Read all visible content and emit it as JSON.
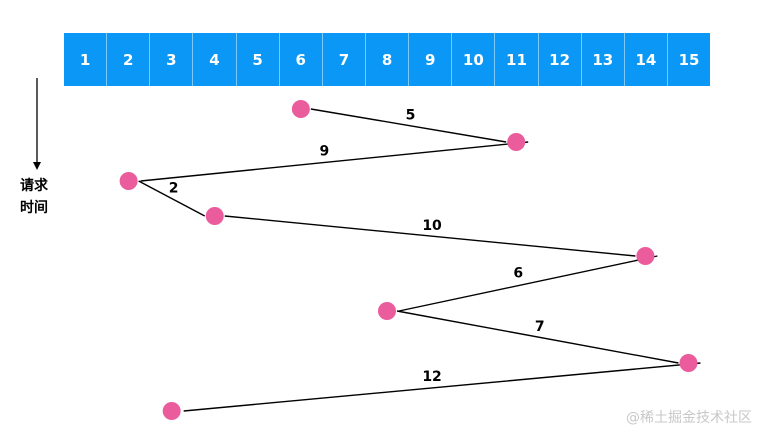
{
  "track": {
    "cells": [
      "1",
      "2",
      "3",
      "4",
      "5",
      "6",
      "7",
      "8",
      "9",
      "10",
      "11",
      "12",
      "13",
      "14",
      "15"
    ]
  },
  "axis": {
    "label_line1": "请求",
    "label_line2": "时间"
  },
  "path": {
    "visits": [
      6,
      11,
      2,
      4,
      14,
      8,
      15,
      3
    ],
    "distances": [
      "5",
      "9",
      "2",
      "10",
      "6",
      "7",
      "12"
    ]
  },
  "colors": {
    "track": "#0a97f6",
    "point": "#ea5c9c",
    "line": "#000000"
  },
  "watermark": "@稀土掘金技术社区"
}
